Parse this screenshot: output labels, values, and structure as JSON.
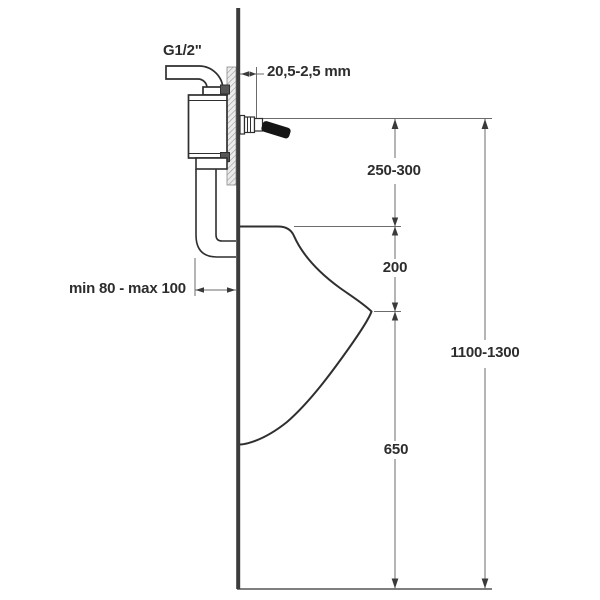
{
  "diagram": {
    "type": "urinal-installation-drawing",
    "labels": {
      "inlet_thread": "G1/2\"",
      "wall_offset": "20,5-2,5 mm",
      "dim_valve_to_rim": "250-300",
      "dim_rim_to_lip": "200",
      "dim_total_height": "1100-1300",
      "dim_lip_to_floor": "650",
      "pipe_recess_depth": "min 80 - max 100"
    },
    "colors": {
      "outline": "#2f2f2f",
      "dimension_line": "#6b6b6b",
      "wall": "#3c3c3c",
      "lever_handle": "#151515",
      "background": "#ffffff"
    }
  }
}
